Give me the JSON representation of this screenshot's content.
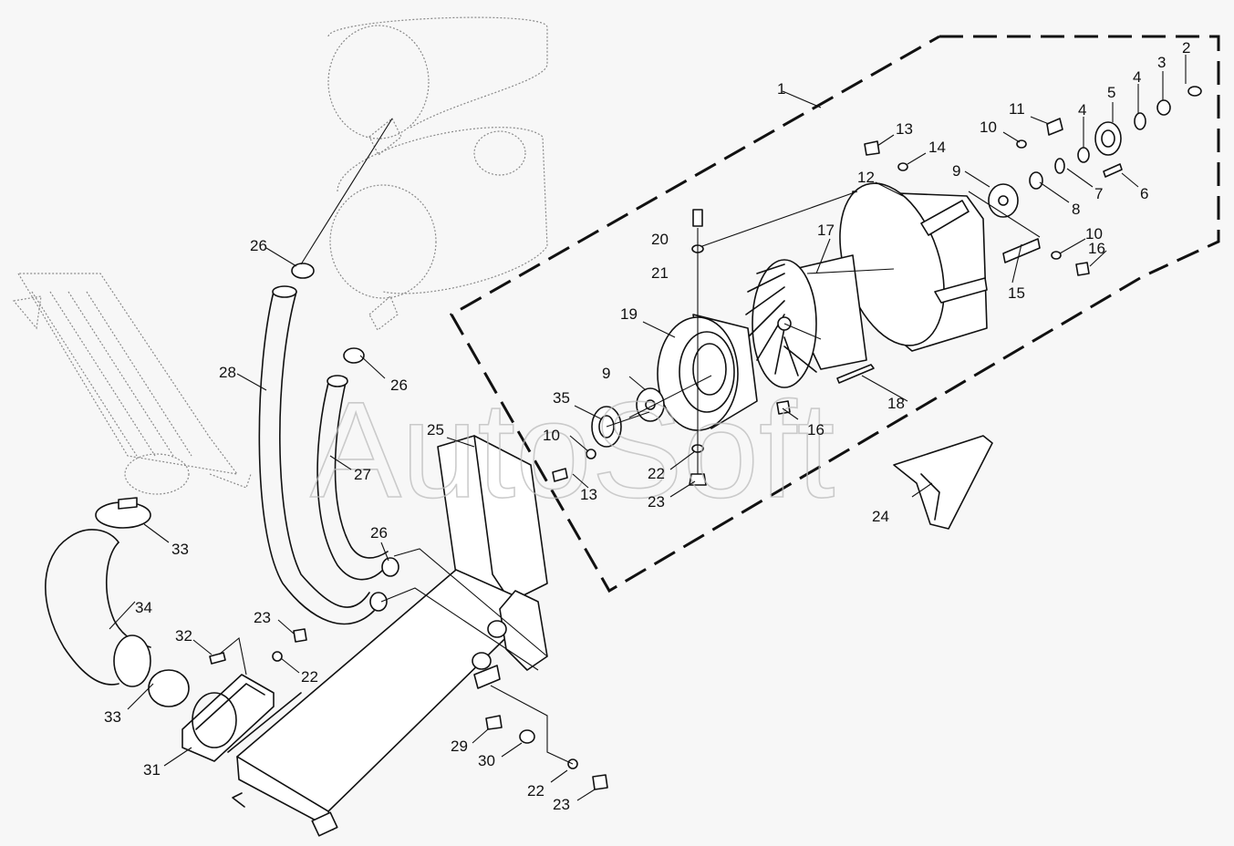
{
  "watermark": "AutoSoft",
  "callouts": [
    {
      "id": "c1",
      "text": "1"
    },
    {
      "id": "c2",
      "text": "2"
    },
    {
      "id": "c3",
      "text": "3"
    },
    {
      "id": "c4a",
      "text": "4"
    },
    {
      "id": "c4b",
      "text": "4"
    },
    {
      "id": "c5",
      "text": "5"
    },
    {
      "id": "c6",
      "text": "6"
    },
    {
      "id": "c7",
      "text": "7"
    },
    {
      "id": "c8",
      "text": "8"
    },
    {
      "id": "c9a",
      "text": "9"
    },
    {
      "id": "c9b",
      "text": "9"
    },
    {
      "id": "c10a",
      "text": "10"
    },
    {
      "id": "c10b",
      "text": "10"
    },
    {
      "id": "c10c",
      "text": "10"
    },
    {
      "id": "c11",
      "text": "11"
    },
    {
      "id": "c12",
      "text": "12"
    },
    {
      "id": "c13a",
      "text": "13"
    },
    {
      "id": "c13b",
      "text": "13"
    },
    {
      "id": "c14",
      "text": "14"
    },
    {
      "id": "c15",
      "text": "15"
    },
    {
      "id": "c16a",
      "text": "16"
    },
    {
      "id": "c16b",
      "text": "16"
    },
    {
      "id": "c17",
      "text": "17"
    },
    {
      "id": "c18",
      "text": "18"
    },
    {
      "id": "c19",
      "text": "19"
    },
    {
      "id": "c20",
      "text": "20"
    },
    {
      "id": "c21",
      "text": "21"
    },
    {
      "id": "c22a",
      "text": "22"
    },
    {
      "id": "c22b",
      "text": "22"
    },
    {
      "id": "c22c",
      "text": "22"
    },
    {
      "id": "c23a",
      "text": "23"
    },
    {
      "id": "c23b",
      "text": "23"
    },
    {
      "id": "c23c",
      "text": "23"
    },
    {
      "id": "c24",
      "text": "24"
    },
    {
      "id": "c25",
      "text": "25"
    },
    {
      "id": "c26a",
      "text": "26"
    },
    {
      "id": "c26b",
      "text": "26"
    },
    {
      "id": "c26c",
      "text": "26"
    },
    {
      "id": "c27",
      "text": "27"
    },
    {
      "id": "c28",
      "text": "28"
    },
    {
      "id": "c29",
      "text": "29"
    },
    {
      "id": "c30",
      "text": "30"
    },
    {
      "id": "c31",
      "text": "31"
    },
    {
      "id": "c32",
      "text": "32"
    },
    {
      "id": "c33a",
      "text": "33"
    },
    {
      "id": "c33b",
      "text": "33"
    },
    {
      "id": "c34",
      "text": "34"
    },
    {
      "id": "c35",
      "text": "35"
    }
  ]
}
